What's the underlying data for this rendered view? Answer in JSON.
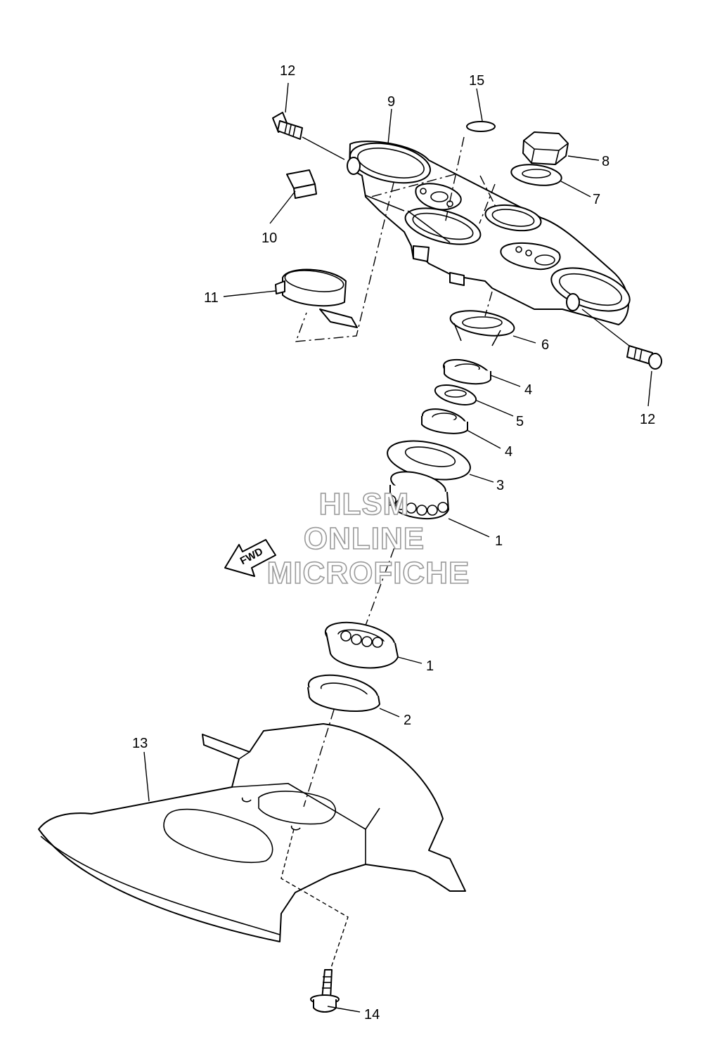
{
  "callouts": [
    {
      "label": "12"
    },
    {
      "label": "9"
    },
    {
      "label": "15"
    },
    {
      "label": "8"
    },
    {
      "label": "7"
    },
    {
      "label": "10"
    },
    {
      "label": "11"
    },
    {
      "label": "6"
    },
    {
      "label": "12"
    },
    {
      "label": "4"
    },
    {
      "label": "5"
    },
    {
      "label": "4"
    },
    {
      "label": "3"
    },
    {
      "label": "1"
    },
    {
      "label": "1"
    },
    {
      "label": "2"
    },
    {
      "label": "13"
    },
    {
      "label": "14"
    }
  ],
  "watermark": {
    "line1": "HLSM",
    "line2": "ONLINE",
    "line3": "MICROFICHE"
  },
  "fwd_label": "FWD"
}
